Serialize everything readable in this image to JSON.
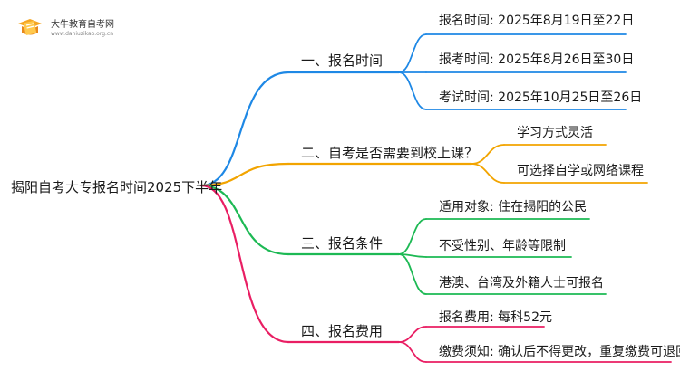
{
  "logo": {
    "name": "大牛教育自考网",
    "url": "www.daniuzikao.org.cn"
  },
  "root": "揭阳自考大专报名时间2025下半年",
  "branches": [
    {
      "label": "一、报名时间",
      "color": "#1E88E5",
      "leaves": [
        "报名时间: 2025年8月19日至22日",
        "报考时间: 2025年8月26日至30日",
        "考试时间: 2025年10月25日至26日"
      ]
    },
    {
      "label": "二、自考是否需要到校上课？",
      "color": "#F2A400",
      "leaves": [
        "学习方式灵活",
        "可选择自学或网络课程"
      ]
    },
    {
      "label": "三、报名条件",
      "color": "#1DB954",
      "leaves": [
        "适用对象: 住在揭阳的公民",
        "不受性别、年龄等限制",
        "港澳、台湾及外籍人士可报名"
      ]
    },
    {
      "label": "四、报名费用",
      "color": "#E91E63",
      "leaves": [
        "报名费用: 每科52元",
        "缴费须知: 确认后不得更改，重复缴费可退回"
      ]
    }
  ]
}
